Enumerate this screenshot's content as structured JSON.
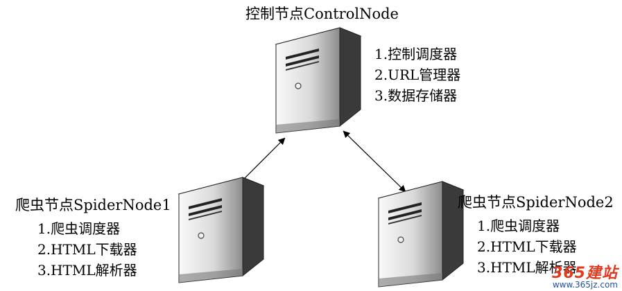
{
  "control_node": {
    "title": "控制节点ControlNode",
    "items": [
      "1.控制调度器",
      "2.URL管理器",
      "3.数据存储器"
    ]
  },
  "spider_node_1": {
    "title": "爬虫节点SpiderNode1",
    "items": [
      "1.爬虫调度器",
      "2.HTML下载器",
      "3.HTML解析器"
    ]
  },
  "spider_node_2": {
    "title": "爬虫节点SpiderNode2",
    "items": [
      "1.爬虫调度器",
      "2.HTML下载器",
      "3.HTML解析器"
    ]
  },
  "watermark": {
    "logo": "365建站",
    "url": "www.365jz.com"
  },
  "colors": {
    "server_front_light": "#f4f4f4",
    "server_front_dark": "#8c8c8c",
    "server_side": "#3a3a3a",
    "watermark_red": "#e23a1f",
    "watermark_blue": "#1f6fd1"
  },
  "icons": [
    "server-tower-icon",
    "double-arrow-connector"
  ]
}
